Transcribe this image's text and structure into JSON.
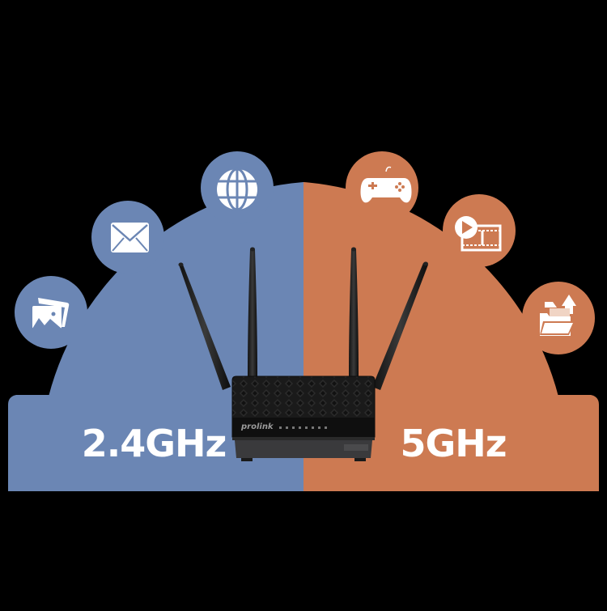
{
  "colors": {
    "background": "#000000",
    "band_24": "#6B86B4",
    "band_5": "#CD7A52",
    "icon_fg": "#FFFFFF",
    "router_body": "#1C1C1C",
    "router_base": "#3A3A3C"
  },
  "bands": {
    "left": {
      "label": "2.4GHz"
    },
    "right": {
      "label": "5GHz"
    }
  },
  "icons": {
    "left": [
      "photos-icon",
      "mail-icon",
      "globe-icon"
    ],
    "right": [
      "gamepad-icon",
      "video-icon",
      "file-transfer-icon"
    ]
  },
  "router": {
    "brand": "prolink",
    "antenna_count": 4,
    "led_count": 8
  }
}
